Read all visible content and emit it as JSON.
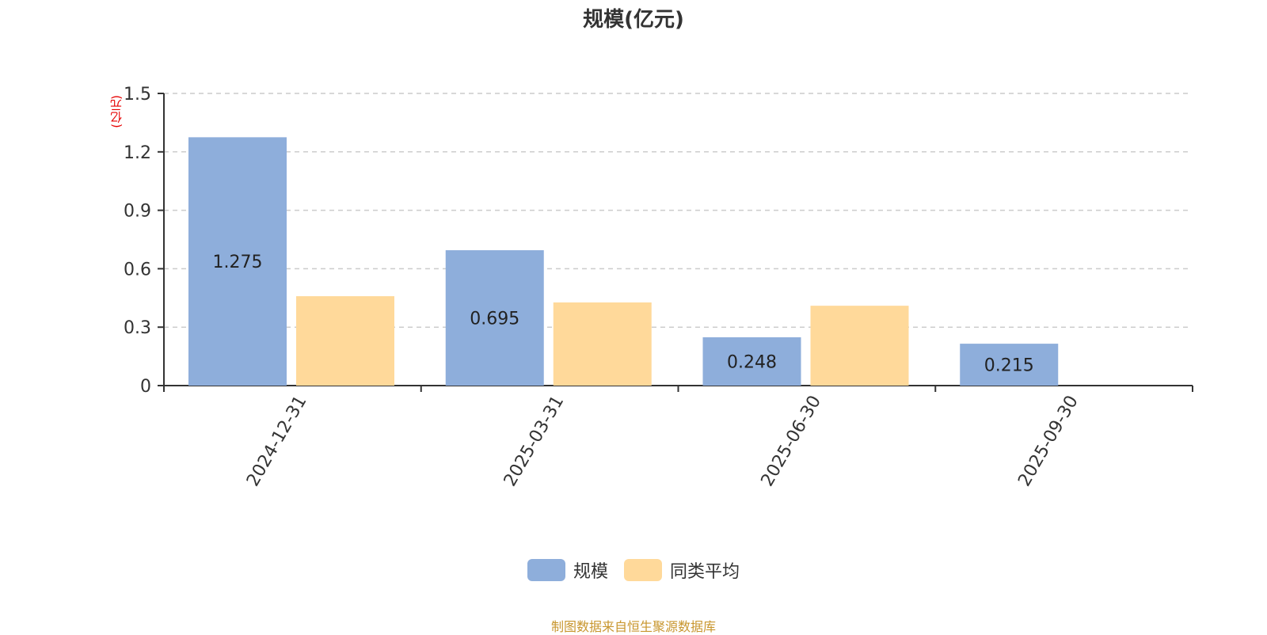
{
  "chart_data": {
    "type": "bar",
    "title": "规模(亿元)",
    "ylabel": "(亿元)",
    "xlabel": "",
    "ylim": [
      0,
      1.5
    ],
    "yticks": [
      "0",
      "0.3",
      "0.6",
      "0.9",
      "1.2",
      "1.5"
    ],
    "ytick_values": [
      0,
      0.3,
      0.6,
      0.9,
      1.2,
      1.5
    ],
    "categories": [
      "2024-12-31",
      "2025-03-31",
      "2025-06-30",
      "2025-09-30"
    ],
    "series": [
      {
        "name": "规模",
        "color": "#8eaedb",
        "values": [
          1.275,
          0.695,
          0.248,
          0.215
        ],
        "labels": [
          "1.275",
          "0.695",
          "0.248",
          "0.215"
        ]
      },
      {
        "name": "同类平均",
        "color": "#ffd99a",
        "values": [
          0.459,
          0.427,
          0.41,
          null
        ]
      }
    ],
    "grid": true,
    "legend_position": "bottom"
  },
  "source": "制图数据来自恒生聚源数据库"
}
